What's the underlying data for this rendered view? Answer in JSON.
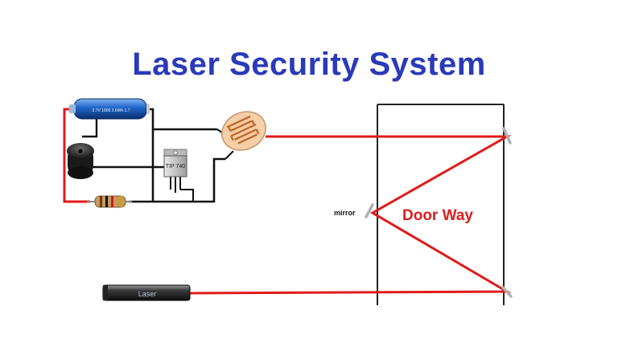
{
  "title": "Laser Security System",
  "labels": {
    "mirror": "mirror",
    "door_way": "Door Way",
    "laser": "Laser",
    "transistor": "TIP 740",
    "battery": "3.7V 1800 3.6Wh 1.7"
  },
  "colors": {
    "title": "#2a3ab8",
    "beam": "#e01a1a",
    "wire_red": "#e01a1a",
    "wire_black": "#111111",
    "doorway_label": "#d81e1e",
    "battery_body": "#1f64c8",
    "frame": "#222222"
  },
  "components": [
    {
      "name": "battery",
      "icon": "battery-icon"
    },
    {
      "name": "buzzer",
      "icon": "buzzer-icon"
    },
    {
      "name": "resistor",
      "icon": "resistor-icon"
    },
    {
      "name": "transistor",
      "icon": "transistor-icon"
    },
    {
      "name": "ldr",
      "icon": "ldr-icon"
    },
    {
      "name": "laser",
      "icon": "laser-icon"
    },
    {
      "name": "mirrors",
      "icon": "mirror-icon"
    }
  ]
}
